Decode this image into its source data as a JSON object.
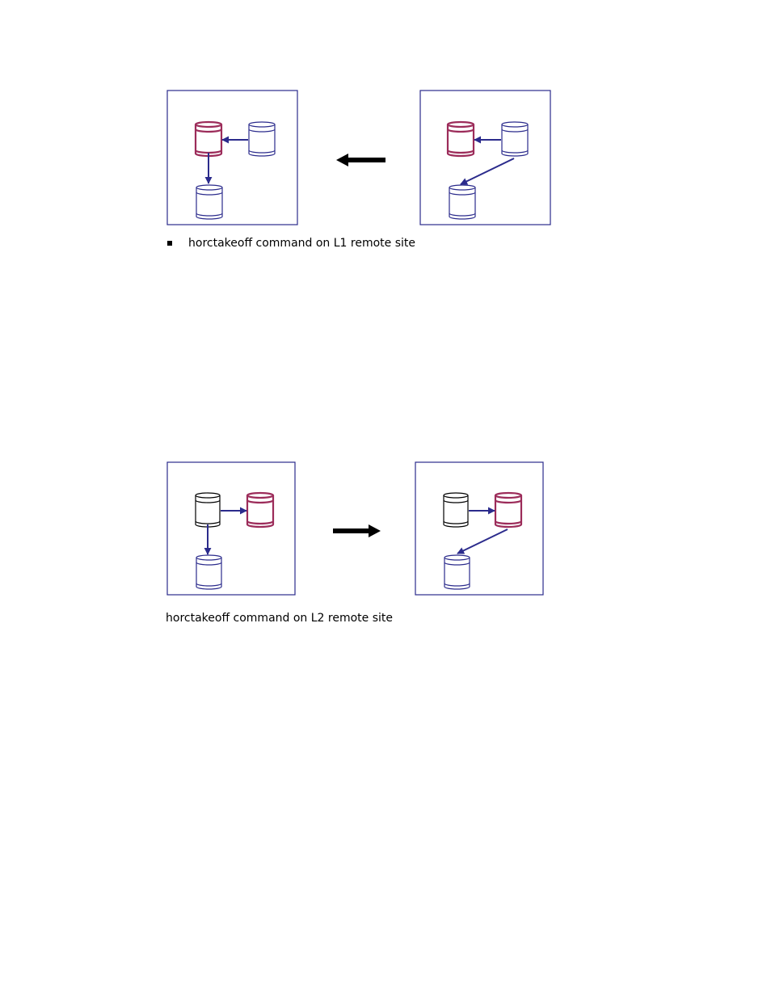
{
  "colors": {
    "frame": "#2b2b8c",
    "primary_volume": "#9c2c5a",
    "secondary_volume": "#2b2b8c",
    "inactive_volume": "#000000",
    "link": "#2b2b8c",
    "transition_arrow": "#000000"
  },
  "figures": [
    {
      "caption": "horctakeoff command on L1 remote site",
      "bulleted": true,
      "transition_direction": "left"
    },
    {
      "caption": "horctakeoff command on L2 remote site",
      "bulleted": false,
      "transition_direction": "right"
    }
  ]
}
